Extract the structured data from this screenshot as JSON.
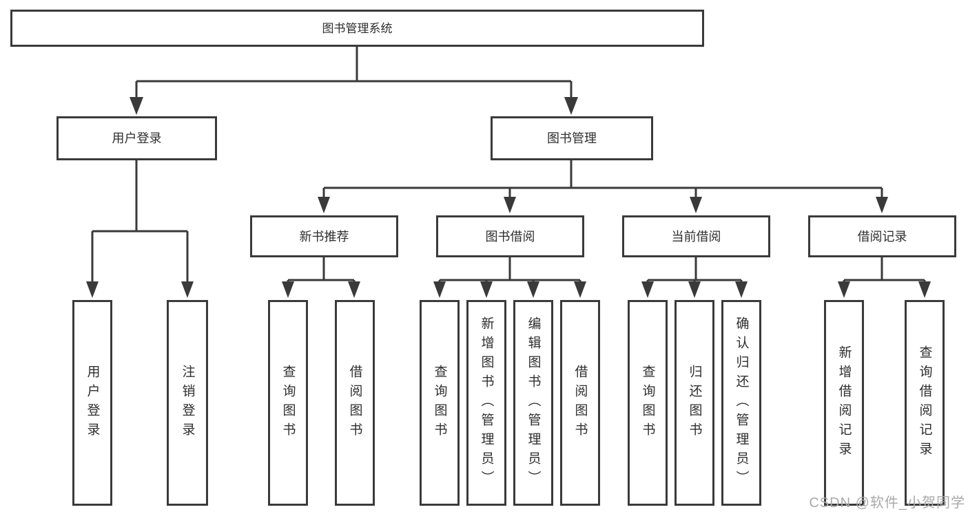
{
  "diagram_title": "图书管理系统",
  "nodes": {
    "root": "图书管理系统",
    "user_login": "用户登录",
    "book_mgmt": "图书管理",
    "level3": [
      "新书推荐",
      "图书借阅",
      "当前借阅",
      "借阅记录"
    ],
    "leaves": [
      "用户登录",
      "注销登录",
      "查询图书",
      "借阅图书",
      "查询图书",
      "新增图书（管理员）",
      "编辑图书（管理员）",
      "借阅图书",
      "查询图书",
      "归还图书",
      "确认归还（管理员）",
      "新增借阅记录",
      "查询借阅记录"
    ]
  },
  "watermark": "CSDN @软件_小贺同学",
  "colors": {
    "line": "#3a3a3a",
    "text": "#2e2e2e",
    "watermark": "#a9a9a9",
    "background": "#ffffff"
  }
}
